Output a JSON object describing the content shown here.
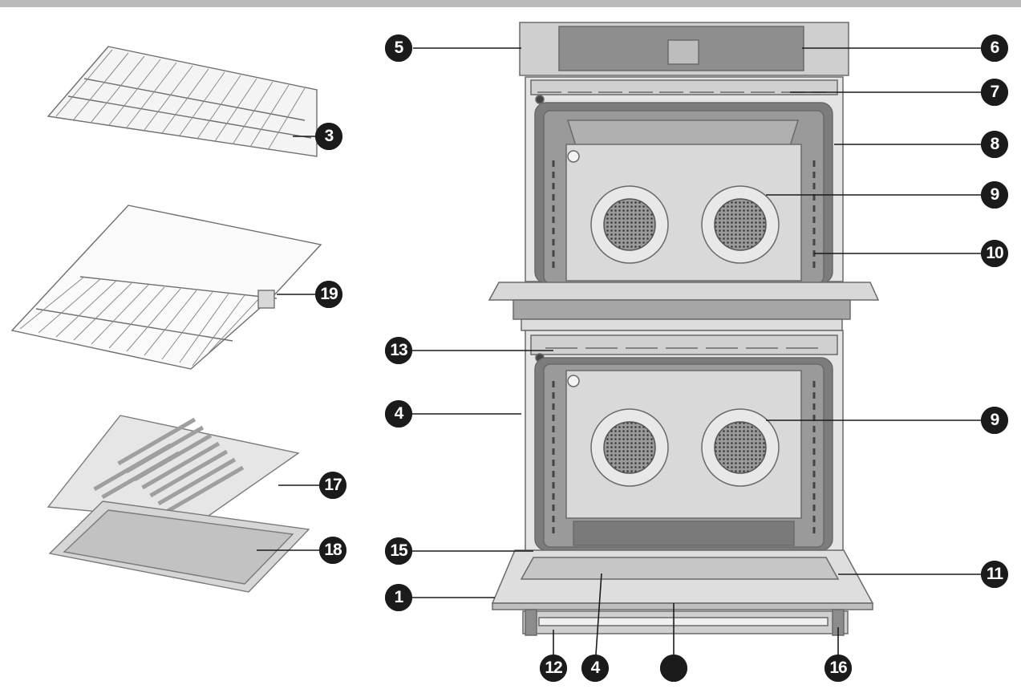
{
  "callouts": [
    {
      "id": "c5",
      "label": "5"
    },
    {
      "id": "c6",
      "label": "6"
    },
    {
      "id": "c7",
      "label": "7"
    },
    {
      "id": "c3",
      "label": "3"
    },
    {
      "id": "c8",
      "label": "8"
    },
    {
      "id": "c9a",
      "label": "9"
    },
    {
      "id": "c10",
      "label": "10"
    },
    {
      "id": "c19",
      "label": "19"
    },
    {
      "id": "c13",
      "label": "13"
    },
    {
      "id": "c4a",
      "label": "4"
    },
    {
      "id": "c9b",
      "label": "9"
    },
    {
      "id": "c17",
      "label": "17"
    },
    {
      "id": "c18",
      "label": "18"
    },
    {
      "id": "c15",
      "label": "15"
    },
    {
      "id": "c11",
      "label": "11"
    },
    {
      "id": "c1",
      "label": "1"
    },
    {
      "id": "c12",
      "label": "12"
    },
    {
      "id": "c4b",
      "label": "4"
    },
    {
      "id": "c2",
      "label": ""
    },
    {
      "id": "c16",
      "label": "16"
    }
  ],
  "colors": {
    "callout_fill": "#1b1b1b",
    "callout_text": "#ffffff",
    "line_art": "#6a6a6a",
    "steel": "#d4d4d4"
  }
}
